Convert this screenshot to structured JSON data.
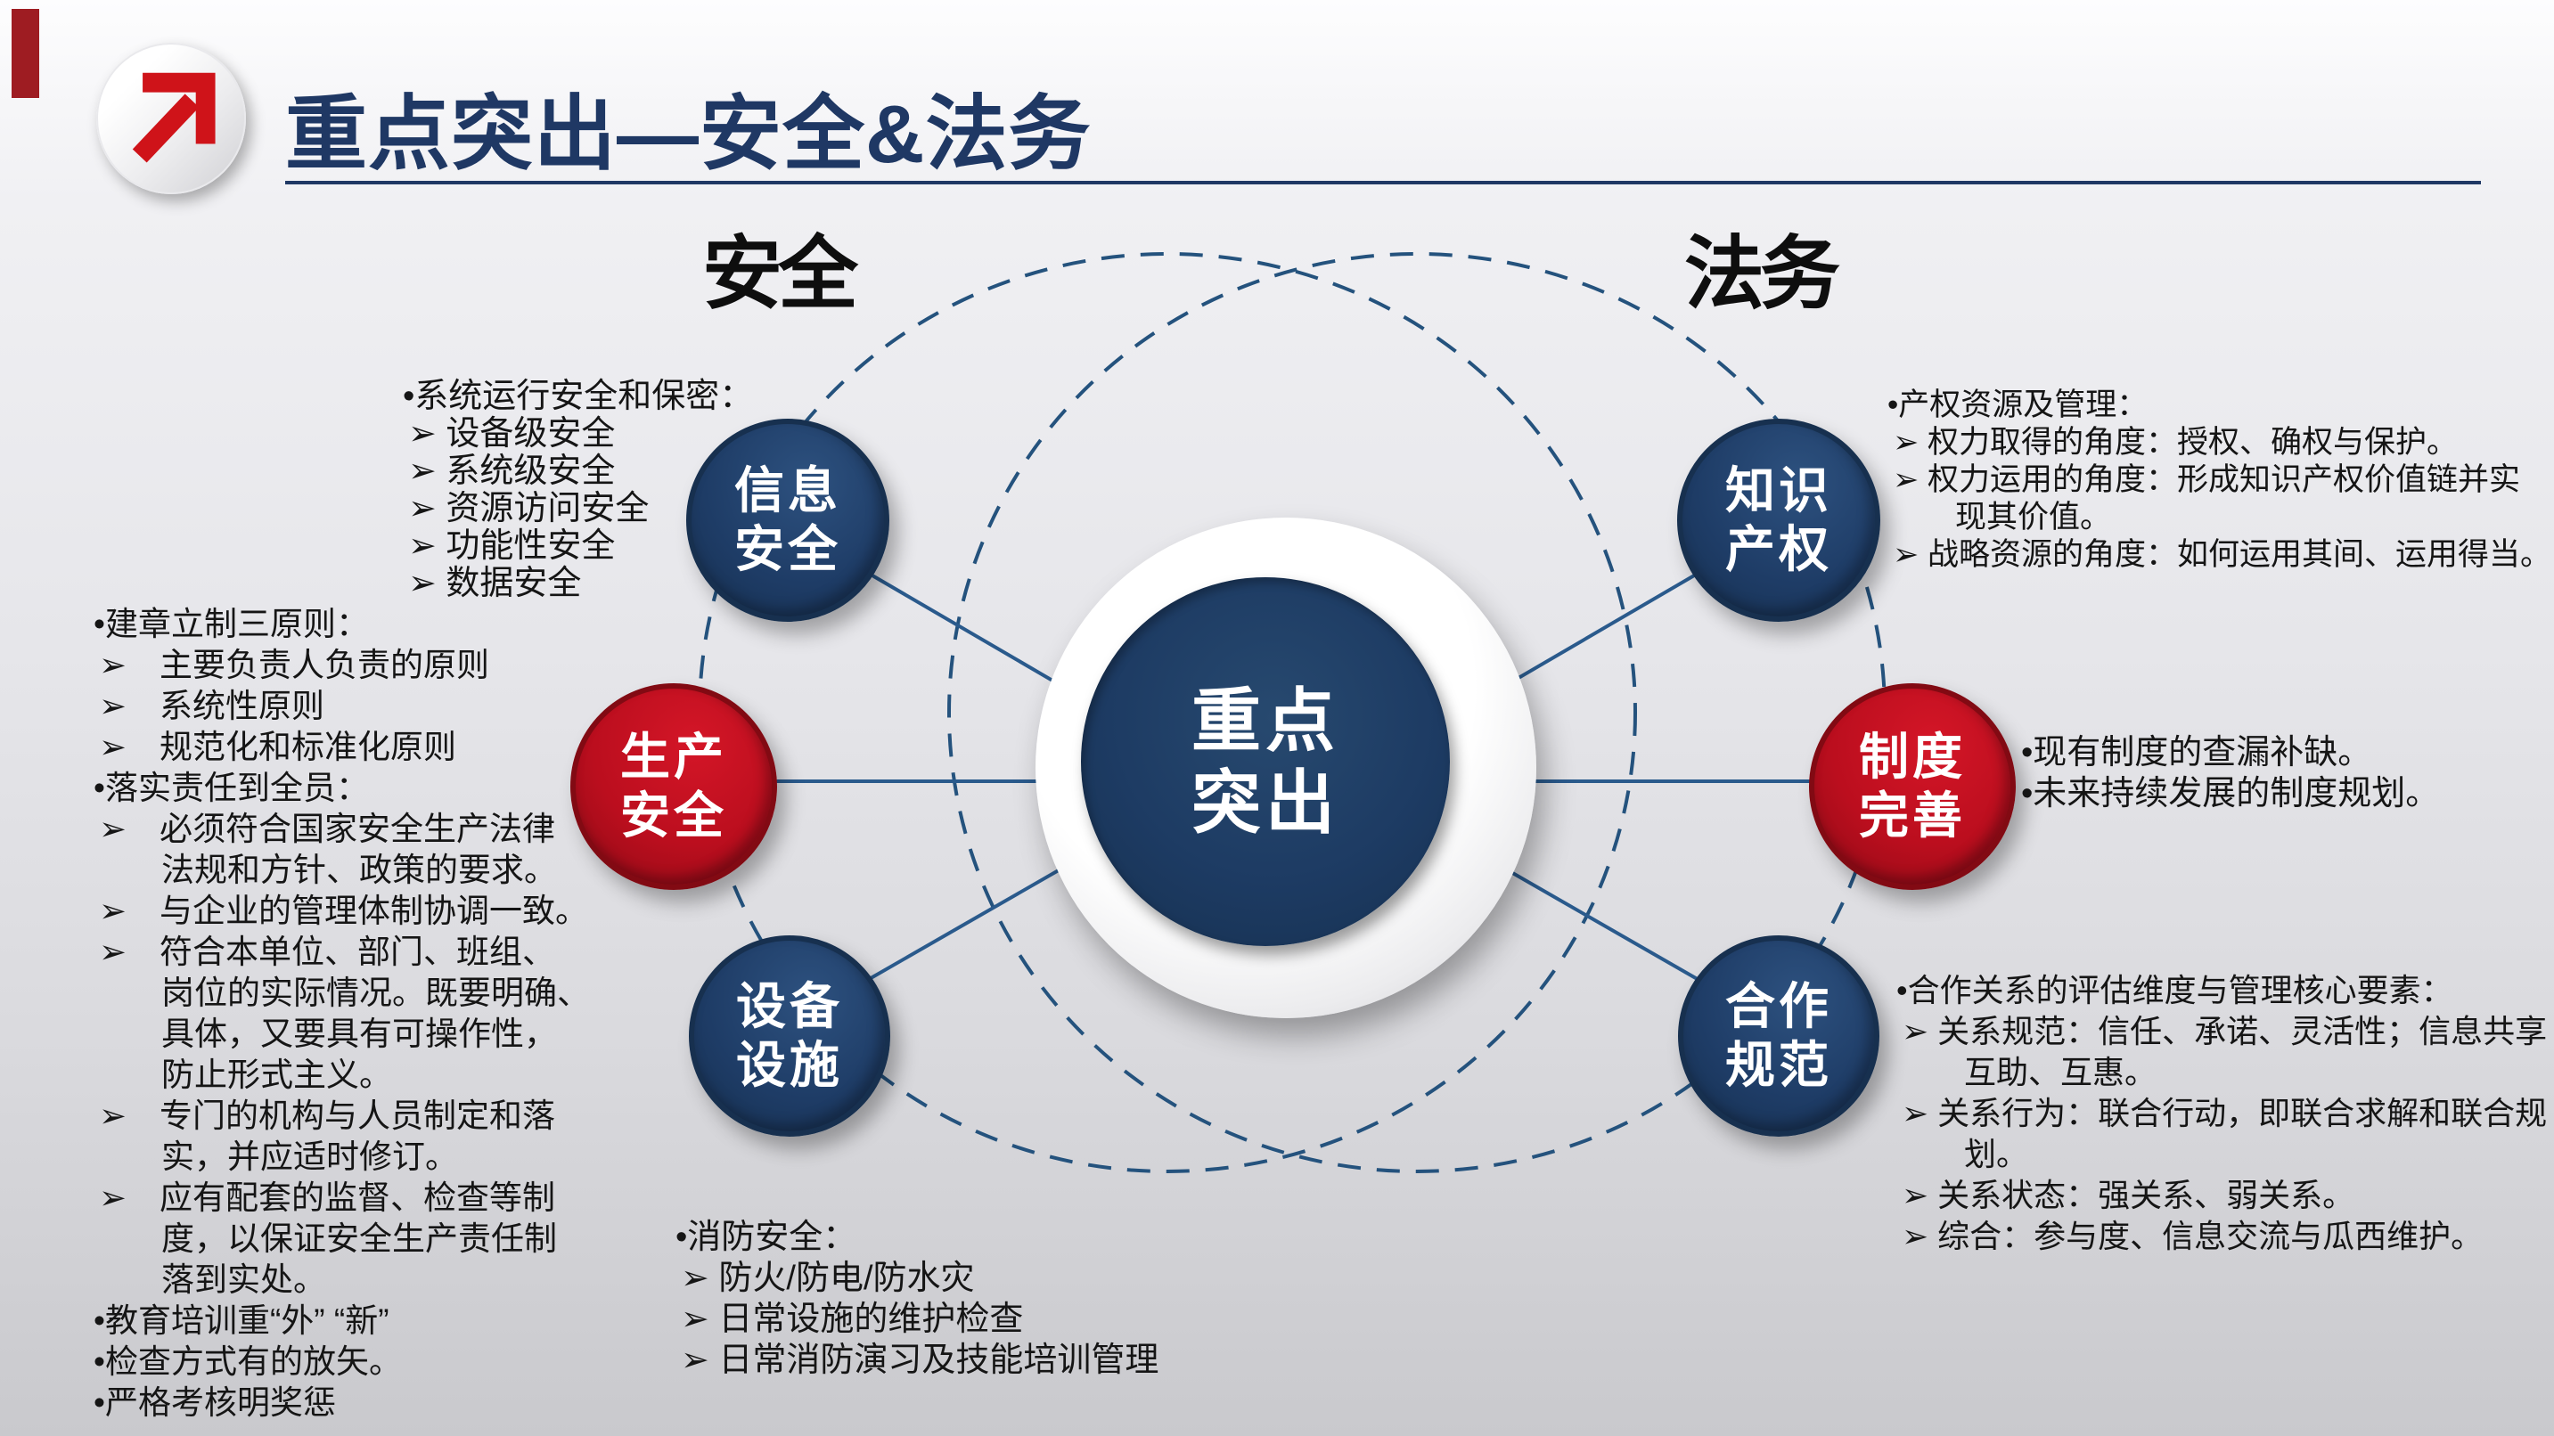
{
  "slide": {
    "corner_accent_color": "#9e1c22",
    "title": {
      "text": "重点突出—安全&法务",
      "color": "#1f3864",
      "icon": "arrow-up-right-icon",
      "icon_arrow_color": "#cf1319"
    },
    "column_headers": {
      "left": "安全",
      "right": "法务"
    },
    "hub": {
      "line1": "重点",
      "line2": "突出",
      "fill": "#1d3b63"
    },
    "satellites": [
      {
        "id": "info-security",
        "line1": "信息",
        "line2": "安全",
        "color": "#1e3c66"
      },
      {
        "id": "production-safety",
        "line1": "生产",
        "line2": "安全",
        "color": "#bb0e1e"
      },
      {
        "id": "equipment-facilities",
        "line1": "设备",
        "line2": "设施",
        "color": "#1e3c66"
      },
      {
        "id": "intellectual-property",
        "line1": "知识",
        "line2": "产权",
        "color": "#1e3c66"
      },
      {
        "id": "system-improvement",
        "line1": "制度",
        "line2": "完善",
        "color": "#bb0e1e"
      },
      {
        "id": "cooperation-standards",
        "line1": "合作",
        "line2": "规范",
        "color": "#1e3c66"
      }
    ],
    "connector_color": "#24527d",
    "text_blocks": {
      "info_security_notes": [
        {
          "t": "•系统运行安全和保密：",
          "i": 0
        },
        {
          "t": "➢ 设备级安全",
          "i": 1
        },
        {
          "t": "➢ 系统级安全",
          "i": 1
        },
        {
          "t": "➢ 资源访问安全",
          "i": 1
        },
        {
          "t": "➢ 功能性安全",
          "i": 1
        },
        {
          "t": "➢ 数据安全",
          "i": 1
        }
      ],
      "production_safety_notes": [
        {
          "t": "•建章立制三原则：",
          "i": 0
        },
        {
          "t": "➢　主要负责人负责的原则",
          "i": 1
        },
        {
          "t": "➢　系统性原则",
          "i": 1
        },
        {
          "t": "➢　规范化和标准化原则",
          "i": 1
        },
        {
          "t": "•落实责任到全员：",
          "i": 0
        },
        {
          "t": "➢　必须符合国家安全生产法律",
          "i": 1
        },
        {
          "t": "法规和方针、政策的要求。",
          "i": 2
        },
        {
          "t": "➢　与企业的管理体制协调一致。",
          "i": 1
        },
        {
          "t": "➢　符合本单位、部门、班组、",
          "i": 1
        },
        {
          "t": "岗位的实际情况。既要明确、",
          "i": 2
        },
        {
          "t": "具体，又要具有可操作性，",
          "i": 2
        },
        {
          "t": "防止形式主义。",
          "i": 2
        },
        {
          "t": "➢　专门的机构与人员制定和落",
          "i": 1
        },
        {
          "t": "实，并应适时修订。",
          "i": 2
        },
        {
          "t": "➢　应有配套的监督、检查等制",
          "i": 1
        },
        {
          "t": "度，以保证安全生产责任制",
          "i": 2
        },
        {
          "t": "落到实处。",
          "i": 2
        },
        {
          "t": "•教育培训重“外” “新”",
          "i": 0
        },
        {
          "t": "•检查方式有的放矢。",
          "i": 0
        },
        {
          "t": "•严格考核明奖惩",
          "i": 0
        }
      ],
      "fire_safety_notes": [
        {
          "t": "•消防安全：",
          "i": 0
        },
        {
          "t": "➢ 防火/防电/防水灾",
          "i": 1
        },
        {
          "t": "➢ 日常设施的维护检查",
          "i": 1
        },
        {
          "t": "➢ 日常消防演习及技能培训管理",
          "i": 1
        }
      ],
      "ip_notes": [
        {
          "t": "•产权资源及管理：",
          "i": 0
        },
        {
          "t": "➢ 权力取得的角度：授权、确权与保护。",
          "i": 1
        },
        {
          "t": "➢ 权力运用的角度：形成知识产权价值链并实",
          "i": 1
        },
        {
          "t": "现其价值。",
          "i": 2
        },
        {
          "t": "➢ 战略资源的角度：如何运用其间、运用得当。",
          "i": 1
        }
      ],
      "system_notes": [
        {
          "t": "•现有制度的查漏补缺。",
          "i": 0
        },
        {
          "t": "•未来持续发展的制度规划。",
          "i": 0
        }
      ],
      "cooperation_notes": [
        {
          "t": "•合作关系的评估维度与管理核心要素：",
          "i": 0
        },
        {
          "t": "➢ 关系规范：信任、承诺、灵活性；信息共享",
          "i": 1
        },
        {
          "t": "互助、互惠。",
          "i": 2
        },
        {
          "t": "➢ 关系行为：联合行动，即联合求解和联合规",
          "i": 1
        },
        {
          "t": "划。",
          "i": 2
        },
        {
          "t": "➢ 关系状态：强关系、弱关系。",
          "i": 1
        },
        {
          "t": "➢ 综合：参与度、信息交流与瓜西维护。",
          "i": 1
        }
      ]
    }
  }
}
